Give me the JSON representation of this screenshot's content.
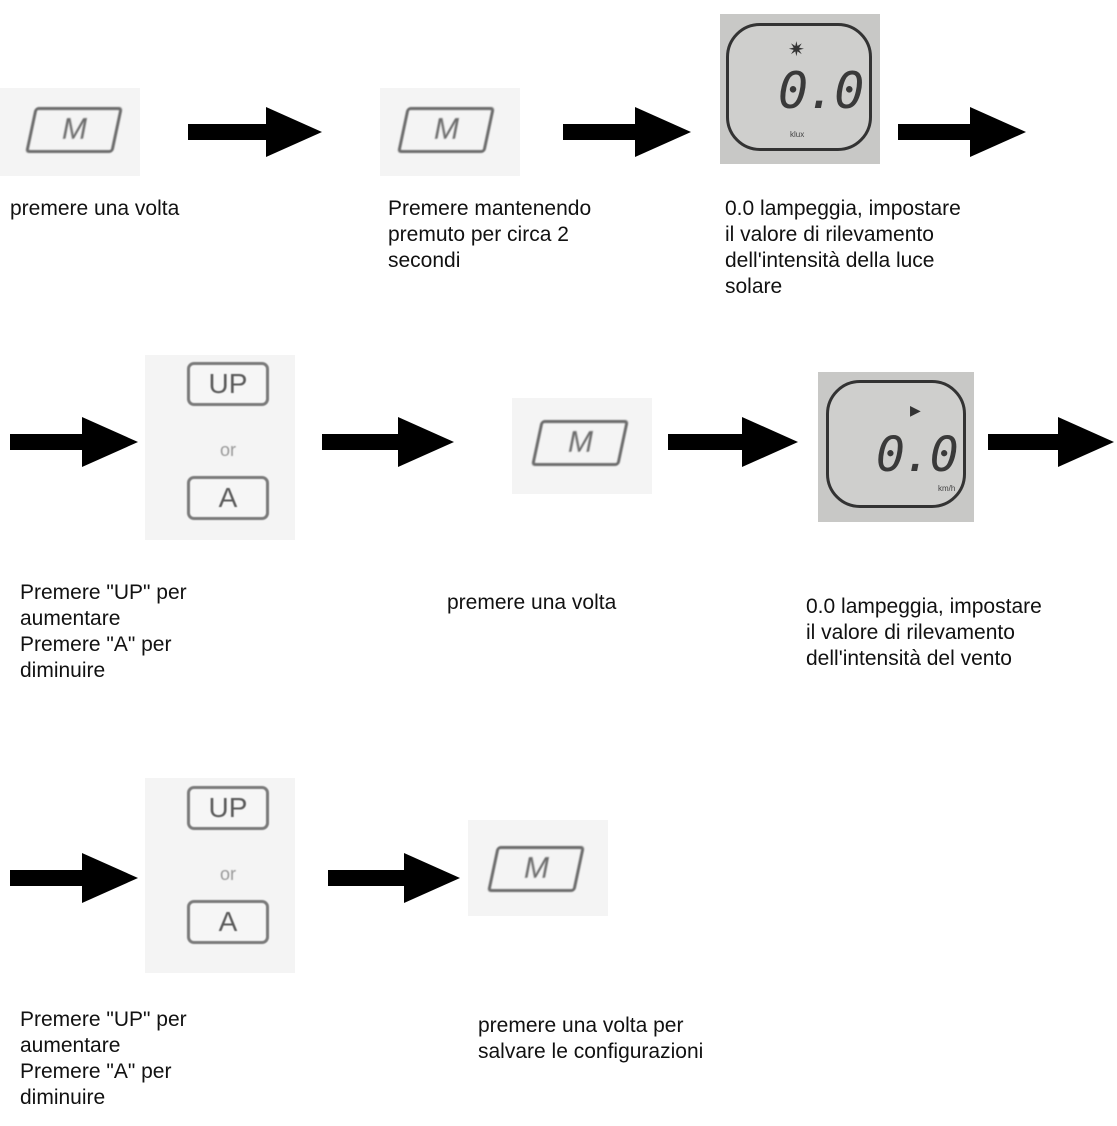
{
  "keys": {
    "m": "M",
    "up": "UP",
    "or": "or",
    "a": "A"
  },
  "displays": {
    "light": {
      "value": "0.0",
      "unit": "klux",
      "icon": "sun-icon"
    },
    "wind": {
      "value": "0.0",
      "unit": "km/h",
      "icon": "flag-icon"
    }
  },
  "captions": {
    "step1": [
      "premere una volta"
    ],
    "step2": [
      "Premere mantenendo",
      "premuto per circa 2",
      "secondi"
    ],
    "step3": [
      "0.0 lampeggia, impostare",
      "il valore di rilevamento",
      "dell'intensità della luce",
      "solare"
    ],
    "step4": [
      "Premere \"UP\" per",
      "aumentare",
      "Premere \"A\" per",
      "diminuire"
    ],
    "step5": [
      "premere una volta"
    ],
    "step6": [
      "0.0 lampeggia, impostare",
      "il valore di rilevamento",
      "dell'intensità del vento"
    ],
    "step7": [
      "Premere \"UP\" per",
      "aumentare",
      "Premere \"A\" per",
      "diminuire"
    ],
    "step8": [
      "premere una volta per",
      "salvare le configurazioni"
    ]
  },
  "colors": {
    "arrow": "#000000",
    "text": "#111111",
    "key_outline": "#6a6a6a"
  }
}
